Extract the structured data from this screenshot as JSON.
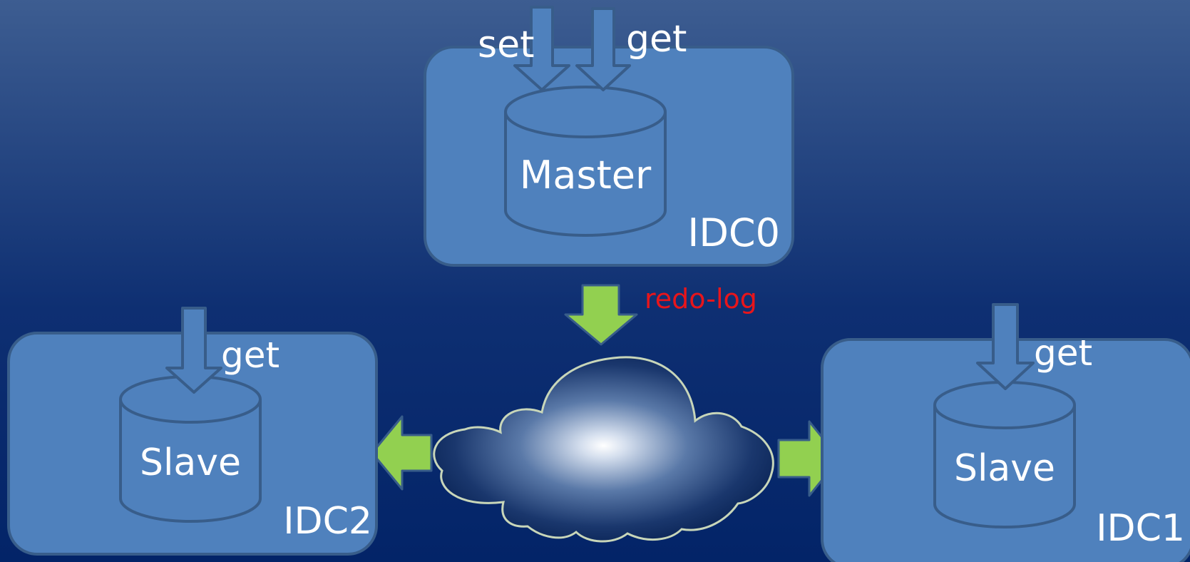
{
  "colors": {
    "background_top": "#3d5d91",
    "background_bottom": "#032468",
    "box_fill": "#4f81bd",
    "box_stroke": "#385d8a",
    "arrow_green": "#92d050",
    "text_white": "#ffffff",
    "text_red": "#e8151b"
  },
  "master": {
    "set_label": "set",
    "get_label": "get",
    "db_label": "Master",
    "idc_label": "IDC0"
  },
  "replication": {
    "label": "redo-log"
  },
  "left_slave": {
    "get_label": "get",
    "db_label": "Slave",
    "idc_label": "IDC2"
  },
  "right_slave": {
    "get_label": "get",
    "db_label": "Slave",
    "idc_label": "IDC1"
  }
}
